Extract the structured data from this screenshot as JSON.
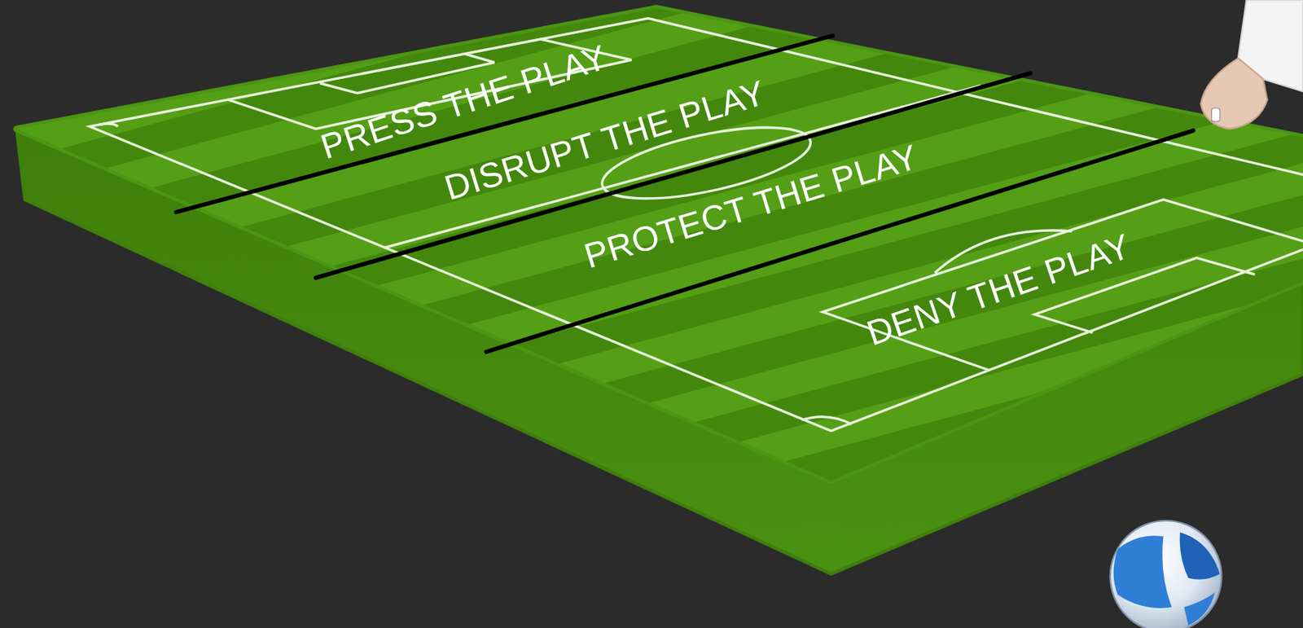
{
  "diagram": {
    "labels": [
      "PRESS THE PLAY",
      "DISRUPT THE PLAY",
      "PROTECT THE PLAY",
      "DENY THE PLAY"
    ]
  }
}
